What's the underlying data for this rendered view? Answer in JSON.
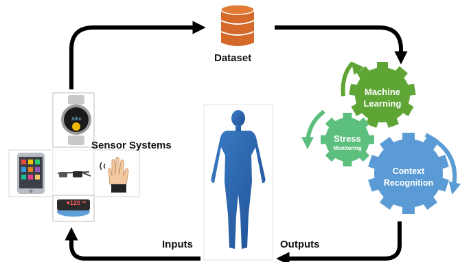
{
  "diagram": {
    "dataset_label": "Dataset",
    "sensor_systems_label": "Sensor Systems",
    "inputs_label": "Inputs",
    "outputs_label": "Outputs"
  },
  "gears": {
    "machine_learning": {
      "line1": "Machine",
      "line2": "Learning",
      "color": "#5fa535"
    },
    "stress": {
      "line1": "Stress",
      "line2": "Monitoring",
      "color": "#5cbf7e"
    },
    "context": {
      "line1": "Context",
      "line2": "Recognition",
      "color": "#5b9bd5"
    }
  },
  "devices": {
    "watch_name": "John",
    "band_reading": "♥120 ¹²"
  },
  "colors": {
    "dataset_icon": "#d4692a",
    "body_figure": "#2f6db5",
    "arrows": "#000000"
  }
}
